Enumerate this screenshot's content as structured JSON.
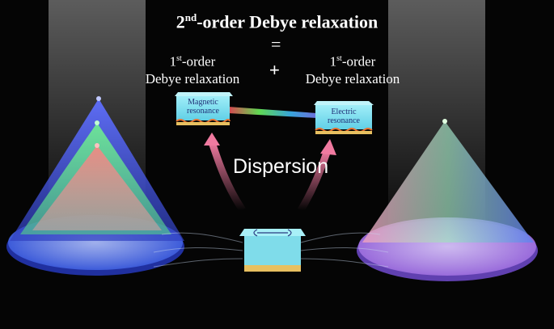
{
  "title": {
    "prefix": "2",
    "sup": "nd",
    "suffix": "-order Debye relaxation"
  },
  "equals_sign": "=",
  "plus_sign": "+",
  "left_label": {
    "prefix": "1",
    "sup": "st",
    "suffix": "-order",
    "line2": "Debye relaxation"
  },
  "right_label": {
    "prefix": "1",
    "sup": "st",
    "suffix": "-order",
    "line2": "Debye relaxation"
  },
  "magnetic_box": {
    "line1": "Magnetic",
    "line2": "resonance"
  },
  "electric_box": {
    "line1": "Electric",
    "line2": "resonance"
  },
  "dispersion": "Dispersion",
  "colors": {
    "cone_blue": "#3a4fe0",
    "cone_green": "#45d070",
    "cone_red": "#e06060",
    "cone_pink": "#e8a0c8",
    "box_cyan": "#7fdcea",
    "box_gold": "#e8c060",
    "arrow_pink": "#f07aa0"
  }
}
